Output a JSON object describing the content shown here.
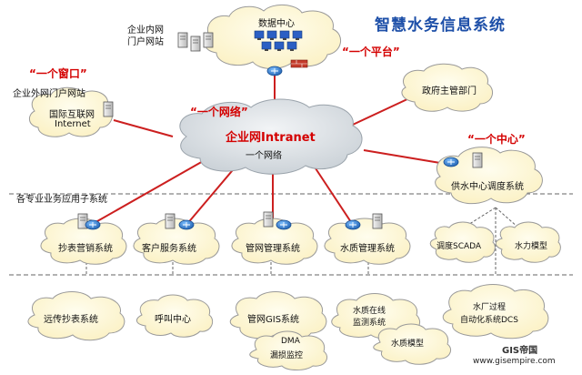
{
  "title": "智慧水务信息系统",
  "slogans": {
    "platform": "“一个平台”",
    "window": "“一个窗口”",
    "network": "“一个网络”",
    "center": "“一个中心”"
  },
  "labels": {
    "intranet_portal_line1": "企业内网",
    "intranet_portal_line2": "门户网站",
    "data_center": "数据中心",
    "extranet_portal": "企业外网门户网站",
    "internet_line1": "国际互联网",
    "internet_line2": "Internet",
    "gov": "政府主管部门",
    "intranet_line1": "企业网Intranet",
    "intranet_line2": "一个网络",
    "dispatch": "供水中心调度系统",
    "subsystems": "各专业业务应用子系统",
    "meter": "抄表营销系统",
    "customer": "客户服务系统",
    "pipe": "管网管理系统",
    "quality": "水质管理系统",
    "scada": "调度SCADA",
    "hydraulic": "水力模型",
    "remote_meter": "远传抄表系统",
    "call_center": "呼叫中心",
    "gis": "管网GIS系统",
    "dma_line1": "DMA",
    "dma_line2": "漏损监控",
    "online_line1": "水质在线",
    "online_line2": "监测系统",
    "wq_model": "水质模型",
    "plant_line1": "水厂过程",
    "plant_line2": "自动化系统DCS"
  },
  "watermark": {
    "brand": "GIS帝国",
    "url": "www.gisempire.com"
  },
  "colors": {
    "title": "#1d4fa8",
    "slogan": "#d40000",
    "link": "#cc1f1f",
    "cloud_fill": "#fffadc",
    "cloud_stroke": "#9a9a9a",
    "intranet_text": "#d40000",
    "router": "#2a7bd4"
  },
  "icons": [
    "server-icon",
    "workstation-icon",
    "router-icon",
    "firewall-icon"
  ]
}
